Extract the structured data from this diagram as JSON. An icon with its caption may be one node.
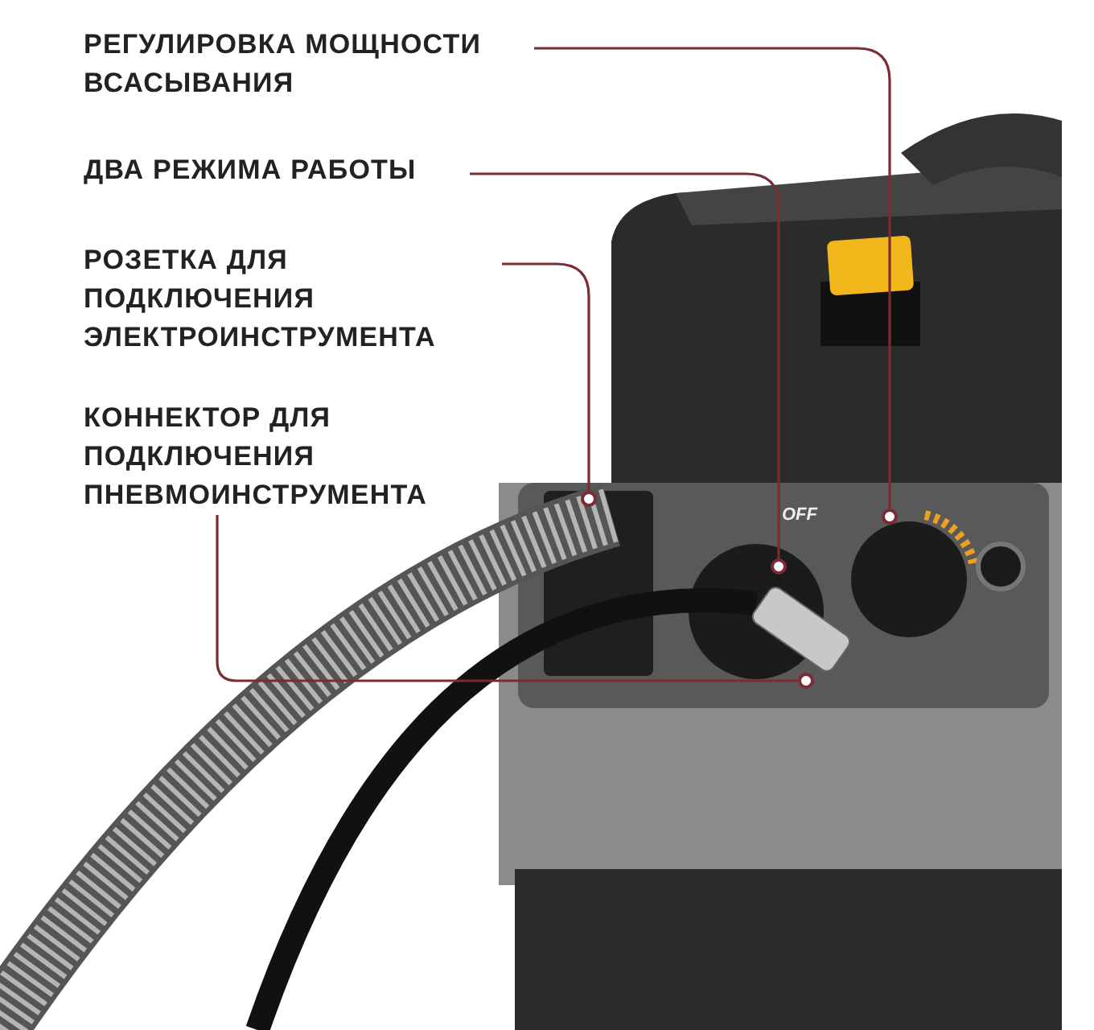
{
  "diagram": {
    "nodes": [
      {
        "text": [
          "РЕГУЛИРОВКА МОЩНОСТИ ВСАСЫВАНИЯ"
        ]
      },
      {
        "text": [
          "ДВА РЕЖИМА РАБОТЫ"
        ]
      },
      {
        "text": [
          "РОЗЕТКА ДЛЯ ПОДКЛЮЧЕНИЯ ЭЛЕКТРОИНСТРУМЕНТА"
        ]
      },
      {
        "text": [
          "КОННЕКТОР ДЛЯ ПОДКЛЮЧЕНИЯ ПНЕВМОИНСТРУМЕНТА"
        ]
      },
      {
        "text": [],
        "shape": "circle"
      },
      {
        "text": [],
        "shape": "circle"
      },
      {
        "text": [],
        "shape": "circle"
      },
      {
        "text": [],
        "shape": "circle"
      }
    ],
    "edges": [
      {
        "from": 0,
        "to": 4,
        "arrow": "none"
      },
      {
        "from": 1,
        "to": 5,
        "arrow": "none"
      },
      {
        "from": 2,
        "to": 6,
        "arrow": "none"
      },
      {
        "from": 3,
        "to": 7,
        "arrow": "none"
      }
    ],
    "labels": [
      "OFF"
    ]
  }
}
